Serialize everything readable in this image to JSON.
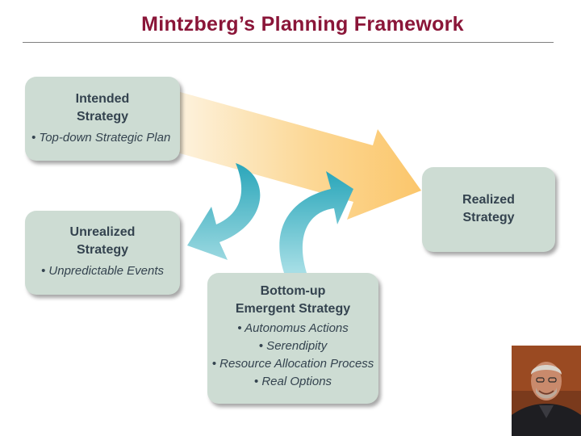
{
  "title": "Mintzberg’s Planning Framework",
  "boxes": {
    "intended": {
      "heading_line1": "Intended",
      "heading_line2": "Strategy",
      "bullets": [
        "• Top-down Strategic Plan"
      ]
    },
    "unrealized": {
      "heading_line1": "Unrealized",
      "heading_line2": "Strategy",
      "bullets": [
        "• Unpredictable Events"
      ]
    },
    "realized": {
      "heading_line1": "Realized",
      "heading_line2": "Strategy"
    },
    "emergent": {
      "heading_line1": "Bottom-up",
      "heading_line2": "Emergent Strategy",
      "bullets": [
        "• Autonomus Actions",
        "• Serendipity",
        "• Resource Allocation Process",
        "• Real Options"
      ]
    }
  },
  "colors": {
    "title": "#8a1538",
    "box_fill": "#cddcd3",
    "box_text": "#34434f",
    "main_arrow": "#fbc66b",
    "curved_arrows": "#3aaec0"
  },
  "photo": {
    "icon": "person-portrait-icon"
  }
}
